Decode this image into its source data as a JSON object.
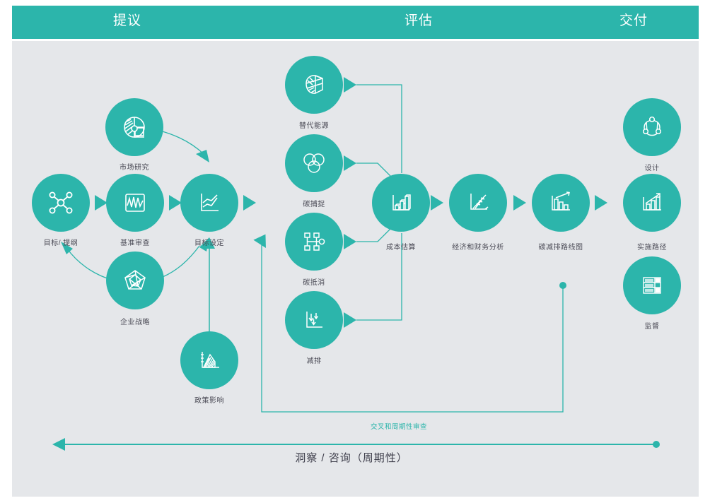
{
  "header": {
    "background_color": "#2cb5ab",
    "phases": [
      {
        "label": "提议"
      },
      {
        "label": "评估"
      },
      {
        "label": "交付"
      }
    ]
  },
  "canvas": {
    "background_color": "#e5e7ea",
    "accent_color": "#2cb5ab",
    "label_color": "#4a4a55"
  },
  "nodes": {
    "market_research": {
      "label": "市场研究",
      "icon": "pie-chart-icon"
    },
    "objectives": {
      "label": "目标/ 提纲",
      "icon": "network-nodes-icon"
    },
    "baseline_review": {
      "label": "基准审查",
      "icon": "waveform-box-icon"
    },
    "target_setting": {
      "label": "目标设定",
      "icon": "line-chart-icon"
    },
    "corporate_strategy": {
      "label": "企业战略",
      "icon": "radar-pentagon-icon"
    },
    "policy_impact": {
      "label": "政策影响",
      "icon": "area-mountain-icon"
    },
    "alt_energy": {
      "label": "替代能源",
      "icon": "crystal-energy-icon"
    },
    "carbon_capture": {
      "label": "碳捕捉",
      "icon": "venn-circles-icon"
    },
    "carbon_offset": {
      "label": "碳抵消",
      "icon": "flow-nodes-icon"
    },
    "emission_reduction": {
      "label": "减排",
      "icon": "arrows-down-chart-icon"
    },
    "cost_estimate": {
      "label": "成本估算",
      "icon": "bar-chart-3d-icon"
    },
    "econ_finance": {
      "label": "经济和财务分析",
      "icon": "scatter-trend-icon"
    },
    "decarb_roadmap": {
      "label": "碳减排路线图",
      "icon": "declining-bars-icon"
    },
    "design": {
      "label": "设计",
      "icon": "circle-nodes-icon"
    },
    "implementation_path": {
      "label": "实施路径",
      "icon": "growth-bars-icon"
    },
    "supervision": {
      "label": "监督",
      "icon": "dashboard-report-icon"
    }
  },
  "annotations": {
    "review_loop": "交叉和周期性审查",
    "bottom_axis": "洞察 / 咨询（周期性）"
  }
}
